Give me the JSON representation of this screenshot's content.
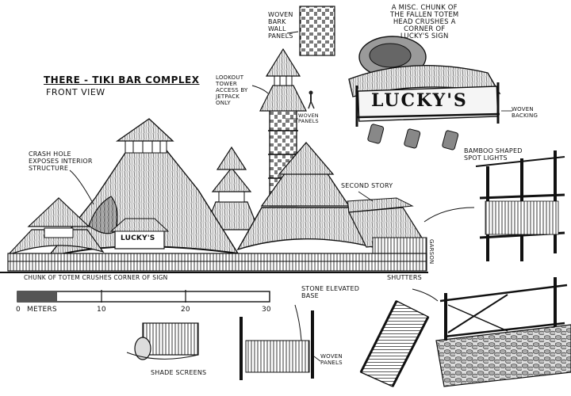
{
  "title": "THERE - TIKI BAR COMPLEX",
  "subtitle": "FRONT VIEW",
  "labels": {
    "woven_bark": "WOVEN\nBARK\nWALL\nPANELS",
    "lookout": "LOOKOUT\nTOWER\nACCESS BY\nJETPACK\nONLY",
    "woven_panels_tower": "WOVEN\nPANELS",
    "totem_chunk": "A MISC. CHUNK OF\nTHE FALLEN TOTEM\nHEAD CRUSHES A\nCORNER OF\nLUCKY'S SIGN",
    "woven_backing": "WOVEN\nBACKING",
    "spot_lights": "BAMBOO SHAPED\nSPOT LIGHTS",
    "crash_hole": "CRASH HOLE\nEXPOSES INTERIOR\nSTRUCTURE",
    "second_story": "SECOND STORY",
    "chunk_totem": "CHUNK OF TOTEM CRUSHES CORNER OF SIGN",
    "shutters": "SHUTTERS",
    "stone_base": "STONE ELEVATED\nBASE",
    "shade_screens": "SHADE SCREENS",
    "woven_panels_bottom": "WOVEN\nPANELS",
    "signature": "GARSON"
  },
  "sign_text": "LUCKY'S",
  "scale": {
    "ticks": [
      "0",
      "METERS",
      "10",
      "20",
      "30"
    ]
  }
}
